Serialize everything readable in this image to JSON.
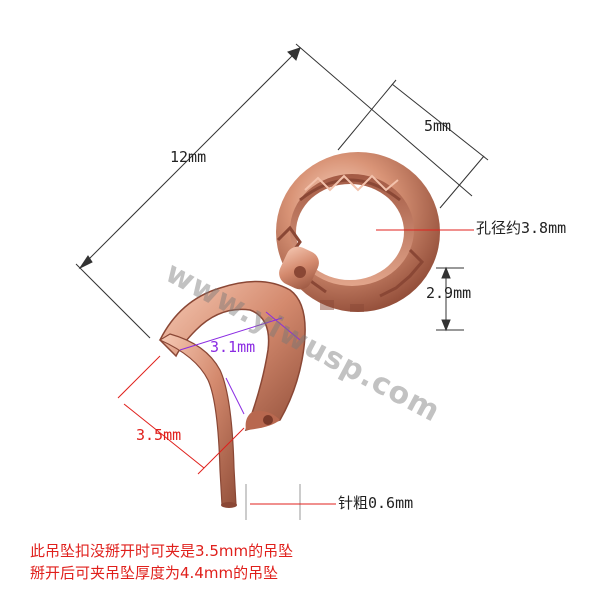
{
  "dimensions": {
    "length": "12mm",
    "ring_width": "5mm",
    "hole_diameter": "孔径约3.8mm",
    "ring_thickness": "2.9mm",
    "clip_inner": "3.1mm",
    "clip_gap": "3.5mm",
    "pin": "针粗0.6mm"
  },
  "note": {
    "line1": "此吊坠扣没掰开时可夹是3.5mm的吊坠",
    "line2": "掰开后可夹吊坠厚度为4.4mm的吊坠"
  },
  "watermark": "www.yiwusp.com",
  "colors": {
    "metal": "#d48a6e",
    "metal_dark": "#9a4f3a",
    "metal_light": "#f6c9b4",
    "annotation_red": "#e0201c",
    "annotation_purple": "#8a2be2",
    "dimension_line": "#333333"
  }
}
